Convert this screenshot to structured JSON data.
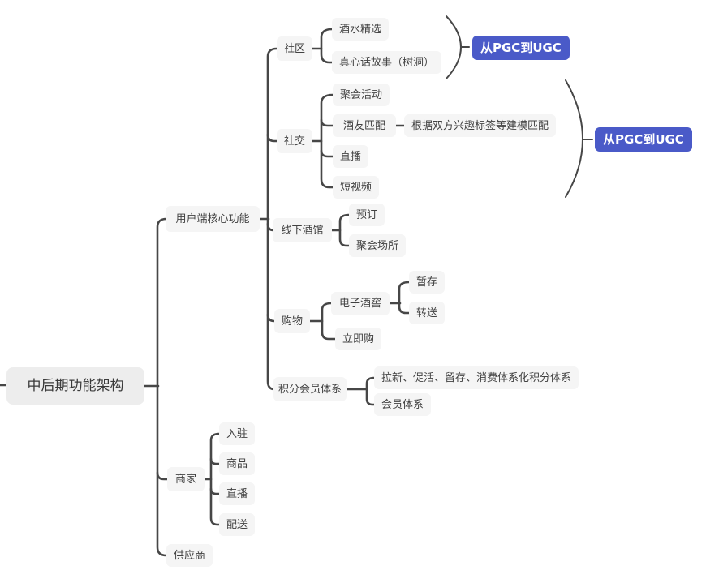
{
  "map": {
    "root": "中后期功能架构",
    "user": {
      "label": "用户端核心功能",
      "community": {
        "label": "社区",
        "children": [
          "酒水精选",
          "真心话故事（树洞）"
        ],
        "summary": "从PGC到UGC"
      },
      "social": {
        "label": "社交",
        "children": [
          "聚会活动",
          "酒友匹配",
          "直播",
          "短视频"
        ],
        "note": "根据双方兴趣标签等建模匹配",
        "summary": "从PGC到UGC"
      },
      "tavern": {
        "label": "线下酒馆",
        "children": [
          "预订",
          "聚会场所"
        ]
      },
      "shopping": {
        "label": "购物",
        "cellar": {
          "label": "电子酒窖",
          "children": [
            "暂存",
            "转送"
          ]
        },
        "buy_now": "立即购"
      },
      "points": {
        "label": "积分会员体系",
        "children": [
          "拉新、促活、留存、消费体系化积分体系",
          "会员体系"
        ]
      }
    },
    "merchant": {
      "label": "商家",
      "children": [
        "入驻",
        "商品",
        "直播",
        "配送"
      ]
    },
    "supplier": {
      "label": "供应商"
    }
  },
  "colors": {
    "node_bg": "#f5f5f5",
    "node_text": "#424242",
    "line": "#474747",
    "summary_bg": "#4a5ac8",
    "summary_text": "#ffffff"
  }
}
